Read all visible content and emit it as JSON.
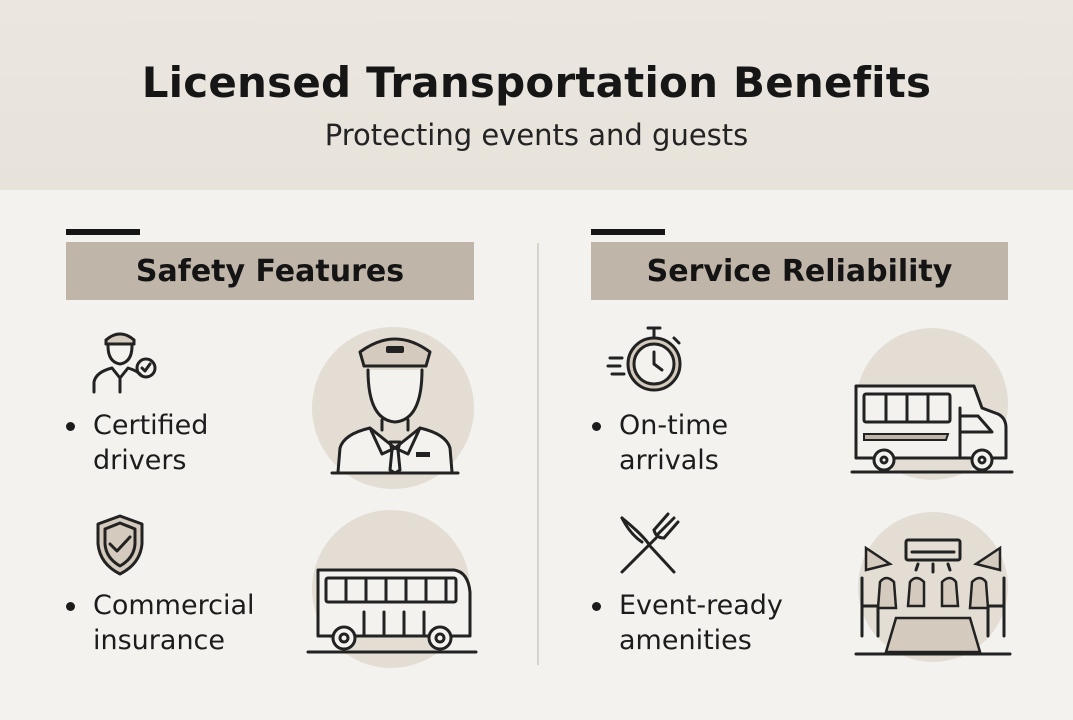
{
  "header": {
    "title": "Licensed Transportation Benefits",
    "subtitle": "Protecting events and guests"
  },
  "left_section": {
    "heading": "Safety Features",
    "items": [
      {
        "line1": "Certified",
        "line2": "drivers",
        "icon": "certified-driver-icon",
        "illustration": "chauffeur-illustration"
      },
      {
        "line1": "Commercial",
        "line2": "insurance",
        "icon": "shield-check-icon",
        "illustration": "bus-illustration"
      }
    ]
  },
  "right_section": {
    "heading": "Service Reliability",
    "items": [
      {
        "line1": "On-time",
        "line2": "arrivals",
        "icon": "stopwatch-icon",
        "illustration": "shuttle-van-illustration"
      },
      {
        "line1": "Event-ready",
        "line2": "amenities",
        "icon": "fork-knife-icon",
        "illustration": "lounge-seating-illustration"
      }
    ]
  },
  "colors": {
    "header_bg": "#e9e5de",
    "section_head_bg": "#bfb5a8",
    "circle_bg": "#e3ddd4",
    "page_bg": "#f3f2ef"
  }
}
